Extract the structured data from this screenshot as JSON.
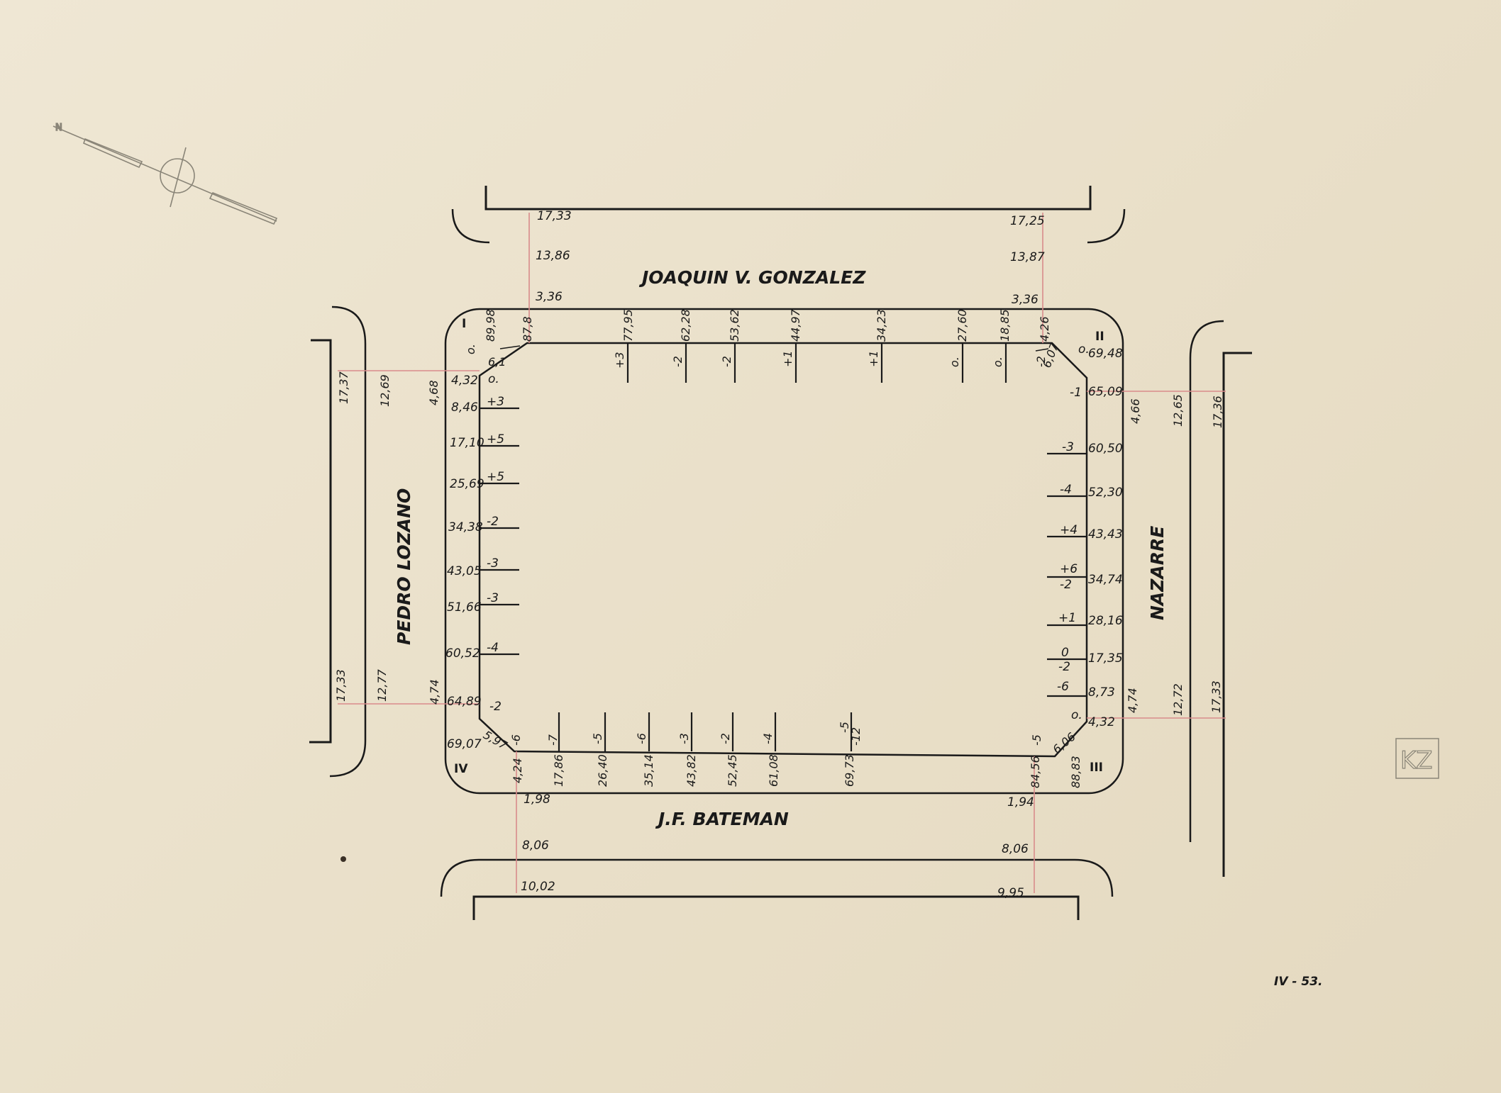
{
  "streets": {
    "north": "JOAQUIN V. GONZALEZ",
    "south": "J.F. BATEMAN",
    "west": "PEDRO LOZANO",
    "east": "NAZARRE"
  },
  "corners": {
    "nw": "I",
    "ne": "II",
    "se": "III",
    "sw": "IV"
  },
  "sheet_ref": "IV - 53.",
  "north_arrow": {
    "icon": "compass-rose-icon",
    "label": "N"
  },
  "north_block": {
    "street_widths_nw": [
      "17,33",
      "13,86",
      "3,36"
    ],
    "street_widths_ne": [
      "17,25",
      "13,87",
      "3,36"
    ],
    "frontage": [
      "89,98",
      "87,8",
      "77,95",
      "62,28",
      "53,62",
      "44,97",
      "34,23",
      "27,60",
      "18,85",
      "4,26"
    ],
    "level_marks": [
      "o.",
      "+3",
      "-2",
      "-2",
      "+1",
      "+1",
      "o.",
      "o.",
      "-2"
    ]
  },
  "west_block": {
    "street_widths_top": [
      "17,37",
      "12,69",
      "4,68"
    ],
    "street_widths_bottom": [
      "17,33",
      "12,77",
      "4,74"
    ],
    "frontage": [
      "4,32",
      "8,46",
      "17,10",
      "25,69",
      "34,38",
      "43,05",
      "51,66",
      "60,52",
      "64,89",
      "69,07"
    ],
    "level_marks": [
      "o.",
      "+3",
      "+5",
      "+5",
      "-2",
      "-3",
      "-3",
      "-4",
      "-2"
    ]
  },
  "east_block": {
    "street_widths_top": [
      "4,66",
      "12,65",
      "17,36"
    ],
    "street_widths_bottom": [
      "4,74",
      "12,72",
      "17,33"
    ],
    "frontage": [
      "69,48",
      "65,09",
      "60,50",
      "52,30",
      "43,43",
      "34,74",
      "28,16",
      "17,35",
      "8,73",
      "4,32"
    ],
    "level_marks": [
      "o.",
      "-1",
      "-3",
      "-4",
      "+4",
      "+6",
      "-2",
      "+1",
      "0",
      "-2",
      "-6",
      "o."
    ]
  },
  "south_block": {
    "street_widths_sw": [
      "1,98",
      "8,06",
      "10,02"
    ],
    "street_widths_se": [
      "1,94",
      "8,06",
      "9,95"
    ],
    "frontage": [
      "4,24",
      "17,86",
      "26,40",
      "35,14",
      "43,82",
      "52,45",
      "61,08",
      "69,73",
      "84,56",
      "88,83"
    ],
    "level_marks": [
      "-6",
      "-7",
      "-5",
      "-6",
      "-3",
      "-2",
      "-4",
      "-5",
      "-12",
      "-5"
    ]
  },
  "chamfers": {
    "nw": "6,1",
    "ne": "6,07",
    "se": "6,06",
    "sw": "5,97"
  },
  "stamp": "KZ"
}
